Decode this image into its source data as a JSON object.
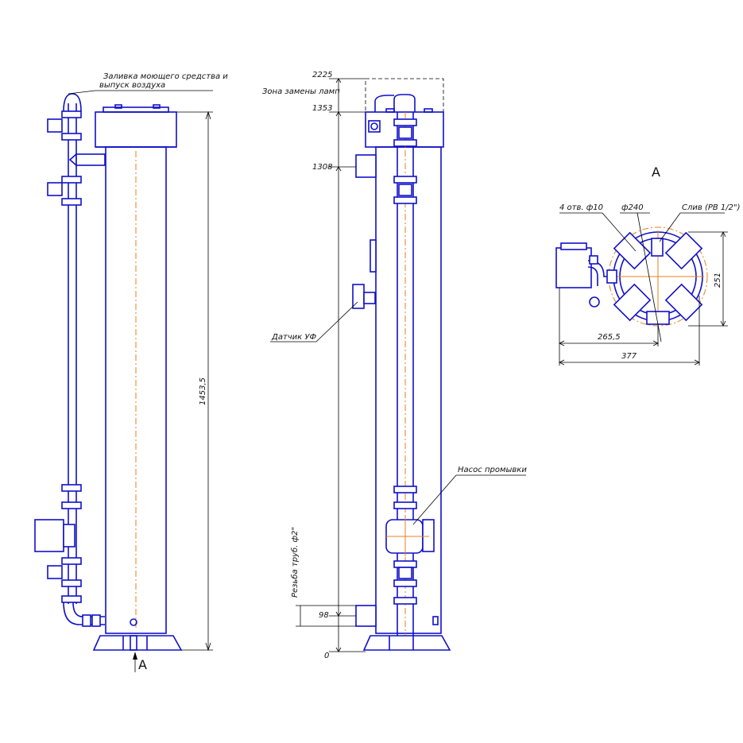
{
  "side_view": {
    "label_fill": {
      "line1": "Заливка моющего средства и",
      "line2": "выпуск воздуха"
    },
    "dim_height": "1453,5",
    "view_arrow": "A"
  },
  "front_view": {
    "dim_2225": "2225",
    "label_lamp_zone": "Зона замены ламп",
    "dim_1353": "1353",
    "dim_1308": "1308",
    "label_uv_sensor": "Датчик УФ",
    "label_flush_pump": "Насос промывки",
    "label_thread": "Резьба труб. ф2\"",
    "dim_98": "98",
    "dim_0": "0"
  },
  "detail_view": {
    "title": "A",
    "label_holes": "4 отв. ф10",
    "label_diam": "ф240",
    "label_drain": "Слив (РВ 1/2\")",
    "dim_251": "251",
    "dim_265": "265,5",
    "dim_377": "377"
  }
}
